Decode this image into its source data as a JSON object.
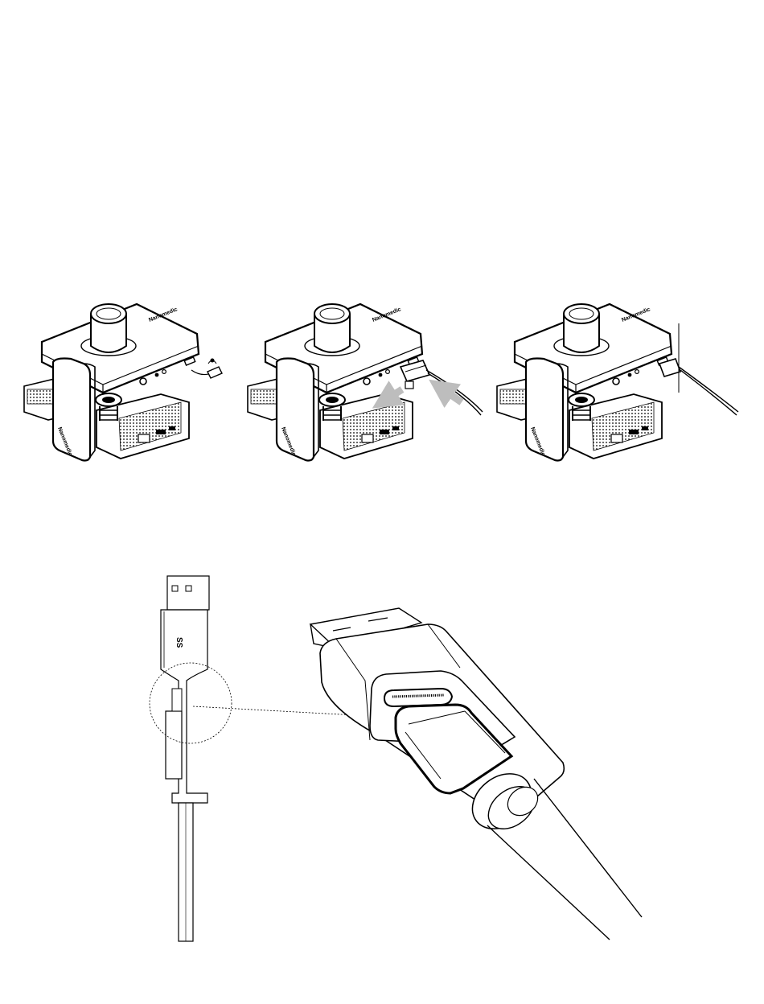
{
  "panels": [
    {
      "id": "step-1",
      "brand_label": "Nanomedic"
    },
    {
      "id": "step-2",
      "brand_label": "Nanomedic"
    },
    {
      "id": "step-3",
      "brand_label": "Nanomedic"
    }
  ],
  "connector": {
    "usb_logo_text": "SS"
  },
  "colors": {
    "line": "#000000",
    "arrow": "#bdbdbd",
    "background": "#ffffff"
  }
}
